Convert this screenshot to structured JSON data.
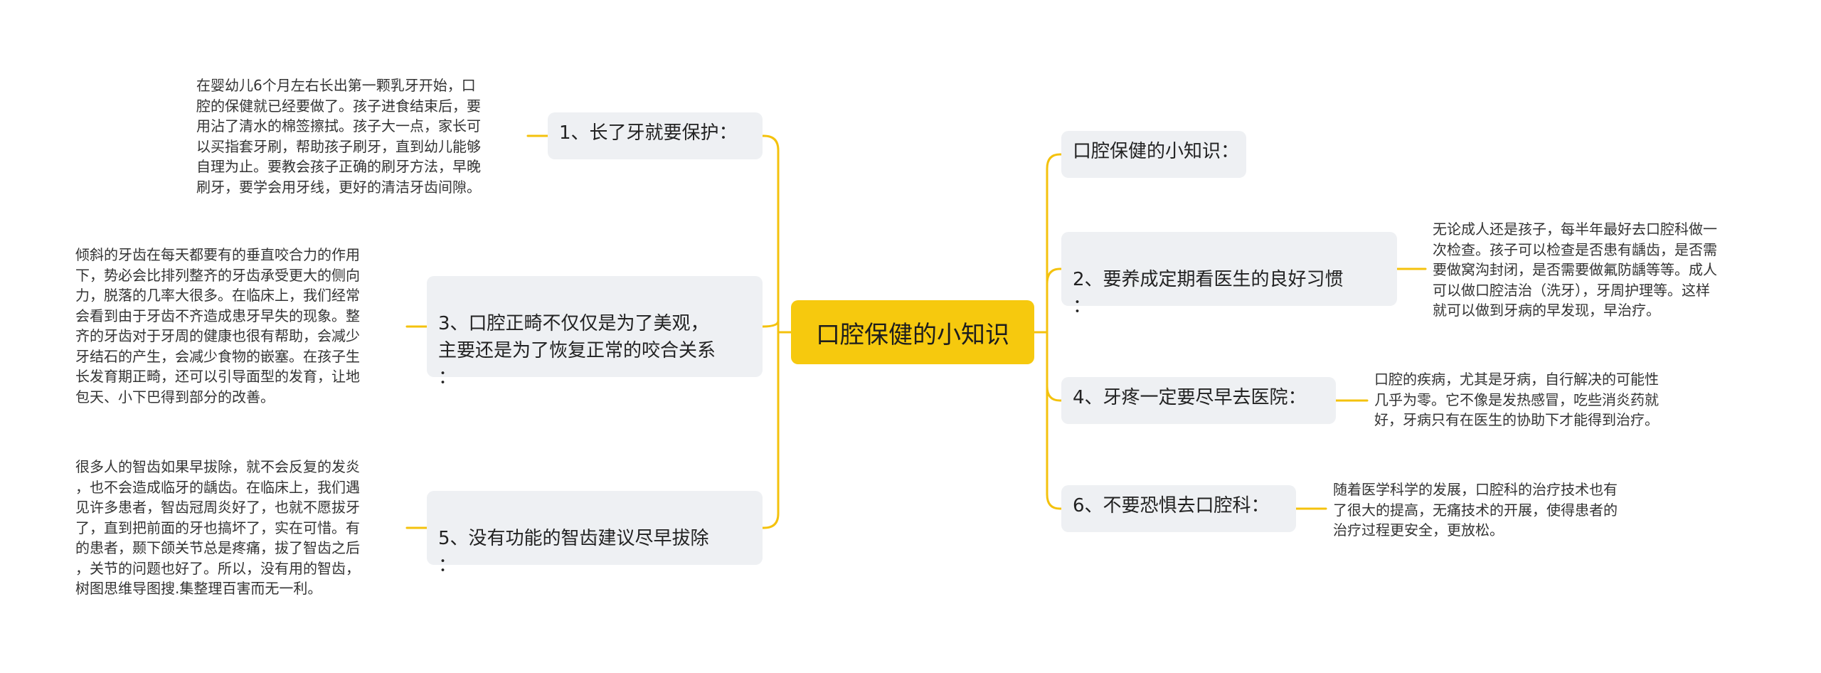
{
  "colors": {
    "line": "#f4c20d",
    "root_bg": "#f6c90e",
    "node_bg": "#eef0f3"
  },
  "root": {
    "label": "口腔保健的小知识"
  },
  "right_title": {
    "label": "口腔保健的小知识："
  },
  "branches": {
    "b1": {
      "label": "1、长了牙就要保护：",
      "detail": "在婴幼儿6个月左右长出第一颗乳牙开始，口\n腔的保健就已经要做了。孩子进食结束后，要\n用沾了清水的棉签擦拭。孩子大一点，家长可\n以买指套牙刷，帮助孩子刷牙，直到幼儿能够\n自理为止。要教会孩子正确的刷牙方法，早晚\n刷牙，要学会用牙线，更好的清洁牙齿间隙。"
    },
    "b3": {
      "label": "3、口腔正畸不仅仅是为了美观，\n主要还是为了恢复正常的咬合关系\n：",
      "detail": "倾斜的牙齿在每天都要有的垂直咬合力的作用\n下，势必会比排列整齐的牙齿承受更大的侧向\n力，脱落的几率大很多。在临床上，我们经常\n会看到由于牙齿不齐造成患牙早失的现象。整\n齐的牙齿对于牙周的健康也很有帮助，会减少\n牙结石的产生，会减少食物的嵌塞。在孩子生\n长发育期正畸，还可以引导面型的发育，让地\n包天、小下巴得到部分的改善。"
    },
    "b5": {
      "label": "5、没有功能的智齿建议尽早拔除\n：",
      "detail": "很多人的智齿如果早拔除，就不会反复的发炎\n，也不会造成临牙的龋齿。在临床上，我们遇\n见许多患者，智齿冠周炎好了，也就不愿拔牙\n了，直到把前面的牙也搞坏了，实在可惜。有\n的患者，颞下颌关节总是疼痛，拔了智齿之后\n，关节的问题也好了。所以，没有用的智齿，\n树图思维导图搜.集整理百害而无一利。"
    },
    "b2": {
      "label": "2、要养成定期看医生的良好习惯\n：",
      "detail": "无论成人还是孩子，每半年最好去口腔科做一\n次检查。孩子可以检查是否患有龋齿，是否需\n要做窝沟封闭，是否需要做氟防龋等等。成人\n可以做口腔洁治（洗牙），牙周护理等。这样\n就可以做到牙病的早发现，早治疗。"
    },
    "b4": {
      "label": "4、牙疼一定要尽早去医院：",
      "detail": "口腔的疾病，尤其是牙病，自行解决的可能性\n几乎为零。它不像是发热感冒，吃些消炎药就\n好，牙病只有在医生的协助下才能得到治疗。"
    },
    "b6": {
      "label": "6、不要恐惧去口腔科：",
      "detail": "随着医学科学的发展，口腔科的治疗技术也有\n了很大的提高，无痛技术的开展，使得患者的\n治疗过程更安全，更放松。"
    }
  }
}
